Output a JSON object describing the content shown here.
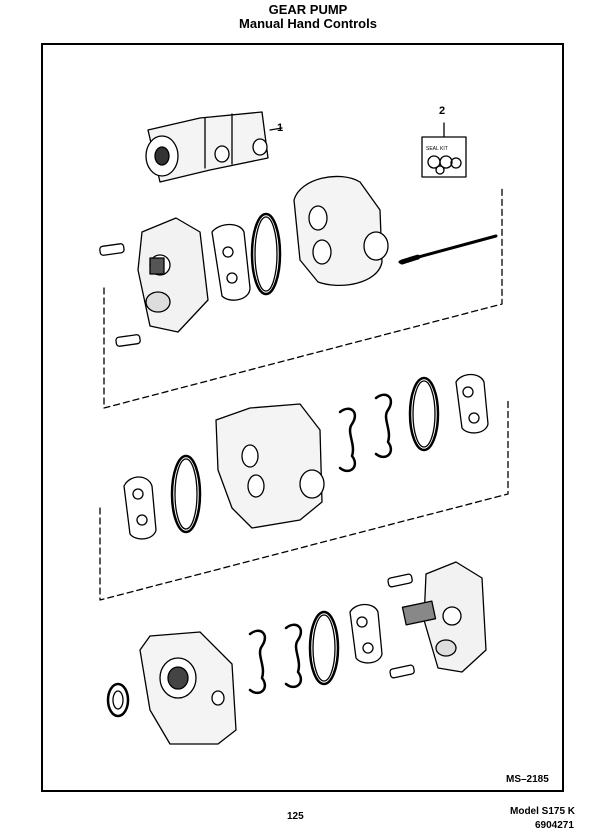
{
  "header": {
    "title": "GEAR PUMP",
    "subtitle": "Manual Hand Controls"
  },
  "diagram": {
    "callouts": [
      "1",
      "2"
    ],
    "seal_kit_label": "SEAL KIT",
    "figure_ref": "MS–2185",
    "icons": [
      "pump-assembly-icon",
      "seal-kit-icon",
      "dowel-pin-icon",
      "thrust-plate-icon",
      "gasket-icon",
      "gear-housing-icon",
      "through-bolt-icon",
      "shaft-seal-icon",
      "mounting-flange-icon"
    ]
  },
  "footer": {
    "page_number": "125",
    "model": "Model S175 K",
    "part_number": "6904271"
  },
  "colors": {
    "ink": "#000000",
    "paper": "#ffffff",
    "shade": "#cfcfcf"
  }
}
